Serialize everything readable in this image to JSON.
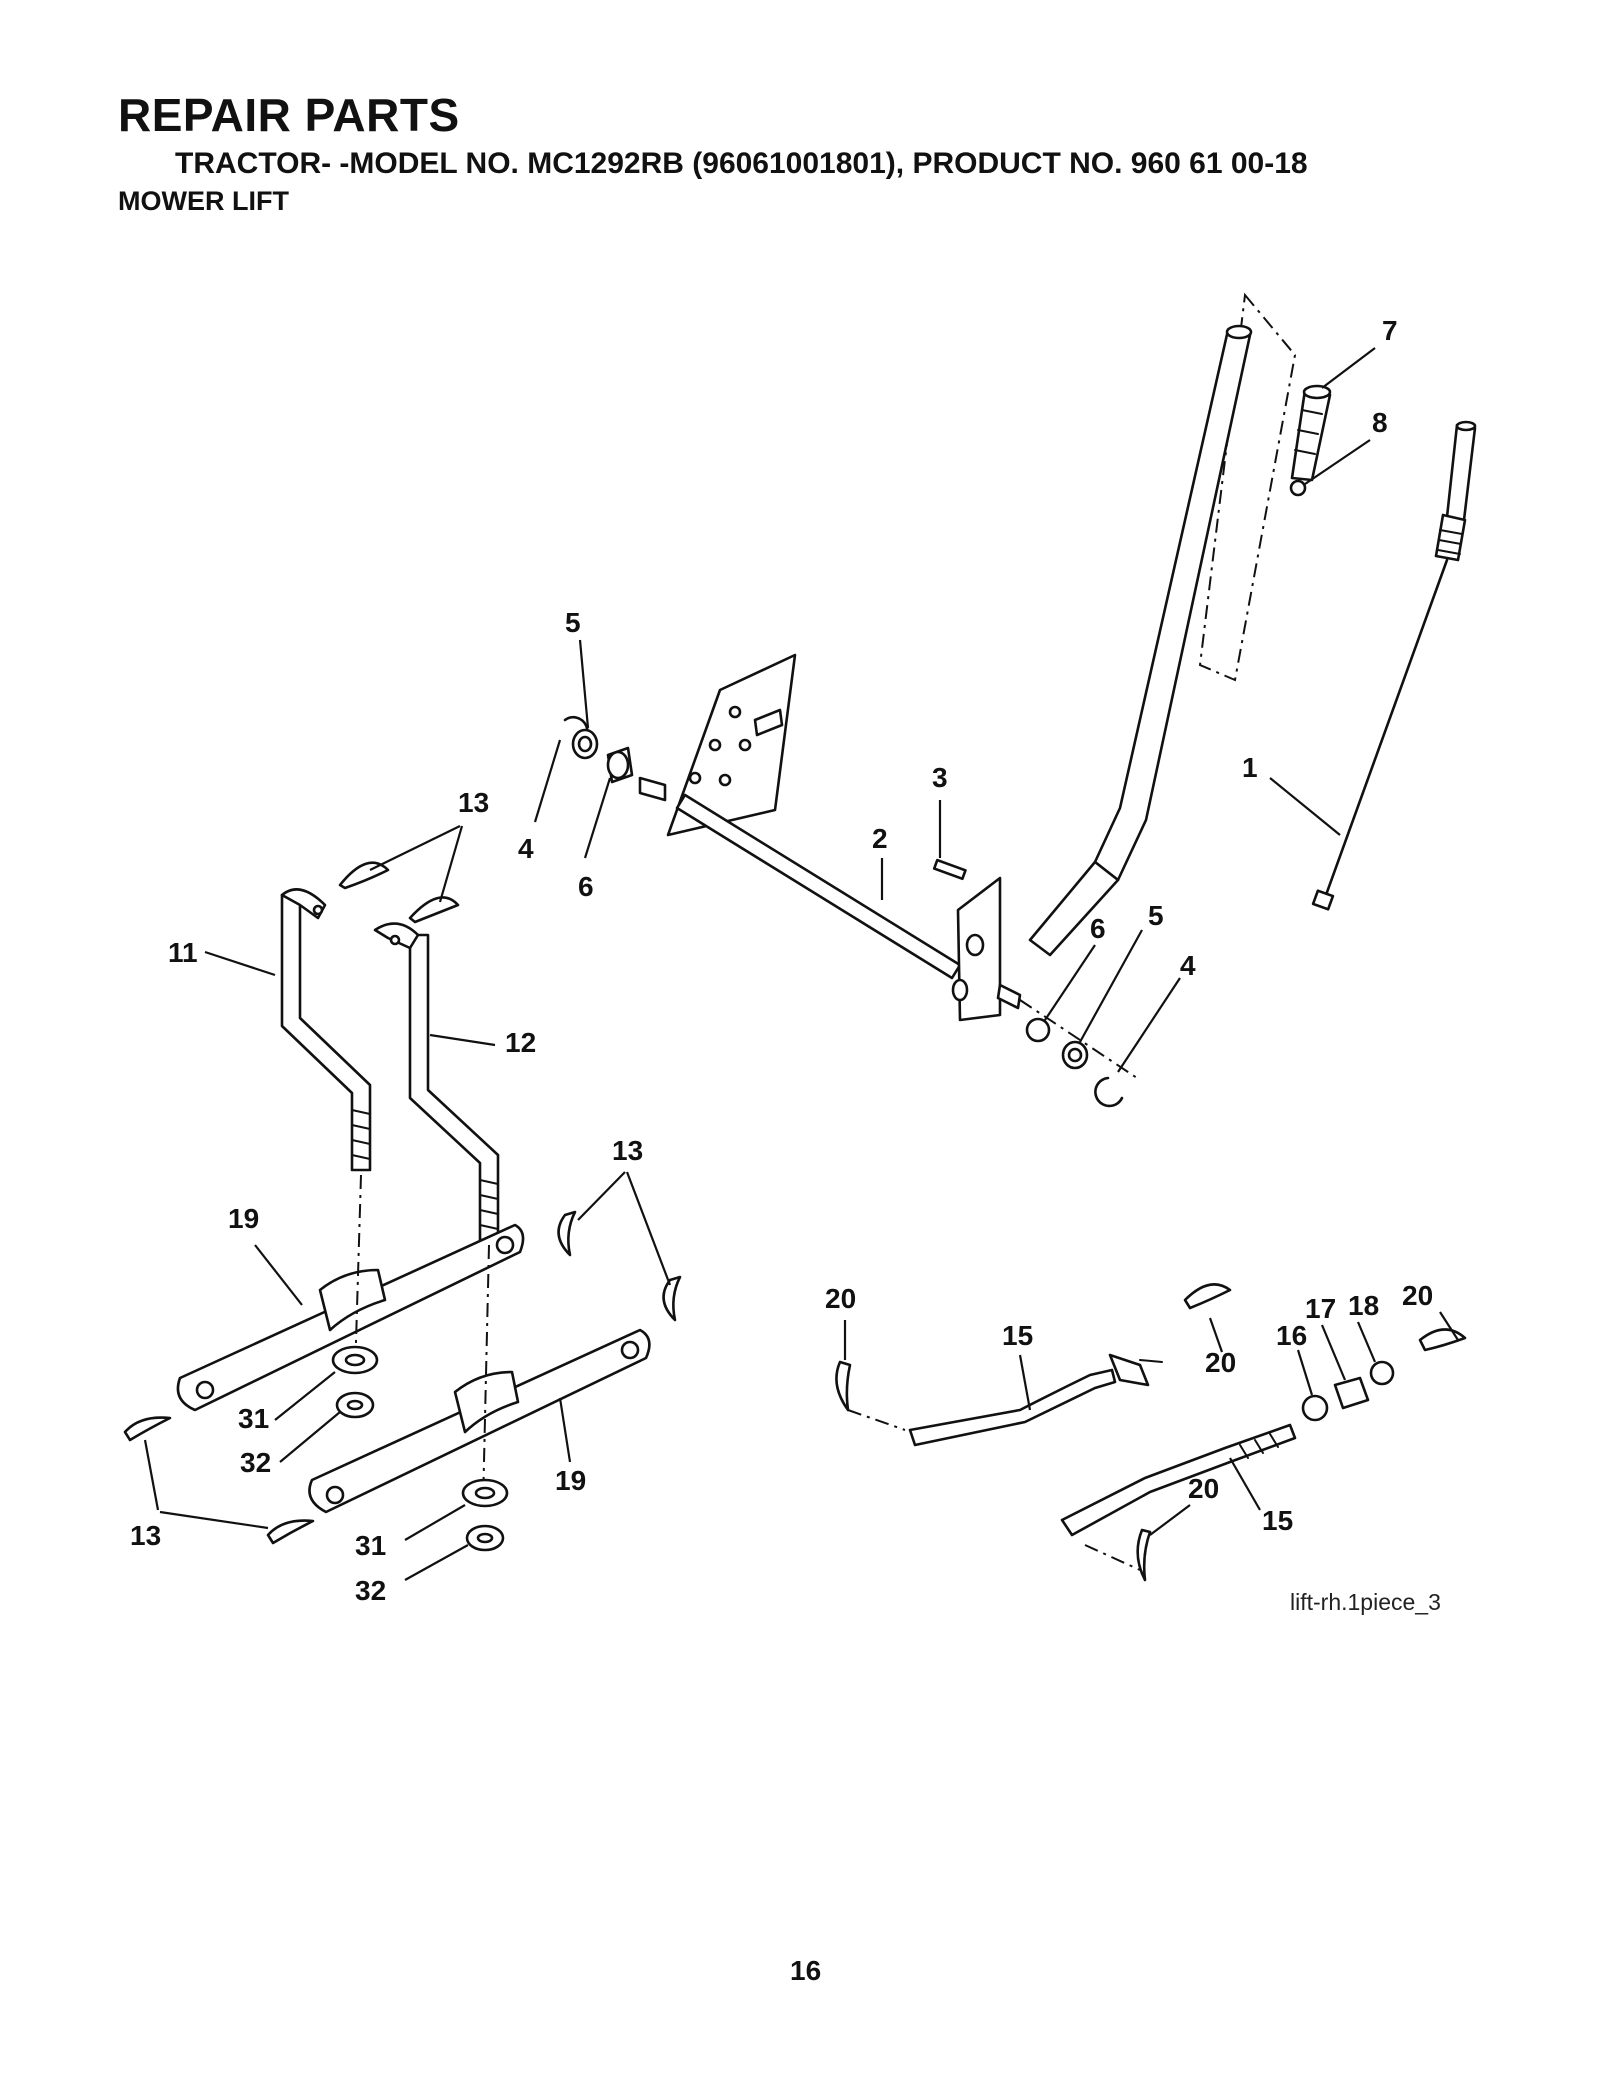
{
  "header": {
    "title": "REPAIR PARTS",
    "subtitle": "TRACTOR- -MODEL NO. MC1292RB (96061001801), PRODUCT NO. 960 61 00-18",
    "section": "MOWER LIFT"
  },
  "diagram": {
    "callouts": {
      "c1": "1",
      "c2": "2",
      "c3": "3",
      "c4a": "4",
      "c4b": "4",
      "c5a": "5",
      "c5b": "5",
      "c6a": "6",
      "c6b": "6",
      "c7": "7",
      "c8": "8",
      "c11": "11",
      "c12": "12",
      "c13a": "13",
      "c13b": "13",
      "c13c": "13",
      "c15a": "15",
      "c15b": "15",
      "c16": "16",
      "c17": "17",
      "c18": "18",
      "c19a": "19",
      "c19b": "19",
      "c20a": "20",
      "c20b": "20",
      "c20c": "20",
      "c20d": "20",
      "c31a": "31",
      "c31b": "31",
      "c32a": "32",
      "c32b": "32"
    },
    "reference": "lift-rh.1piece_3"
  },
  "footer": {
    "page_number": "16"
  }
}
